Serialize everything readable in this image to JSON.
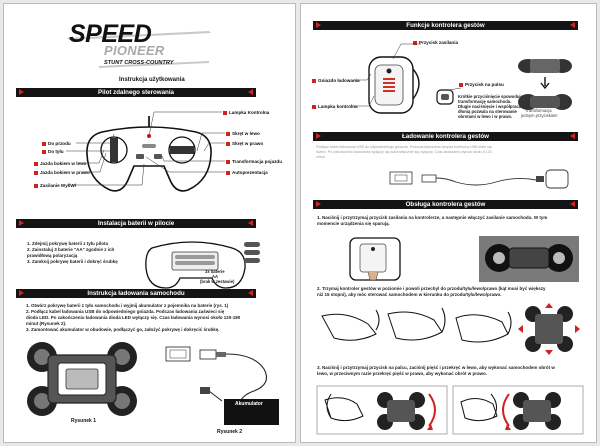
{
  "brand": {
    "logo_line1": "SPEED",
    "logo_line2": "PIONEER",
    "subtitle": "STUNT CROSS-COUNTRY",
    "doc_title": "Instrukcja użytkowania"
  },
  "left": {
    "remote_section": {
      "heading": "Pilot zdalnego sterowania",
      "labels": {
        "forward": "Do przodu",
        "back": "Do tyłu",
        "side_left": "Jazda bokiem w lewo",
        "side_right": "Jazda bokiem w prawo",
        "switch": "Zasilanie Wył/Wł",
        "lamp": "Lampka Kontrolna",
        "turn_left": "Skręt w lewo",
        "turn_right": "Skręt w prawo",
        "transform": "Transformacja pojazdu",
        "autopresentation": "Autoprezentacja"
      }
    },
    "battery_section": {
      "heading": "Instalacja baterii w pilocie",
      "steps": [
        "1. Zdejmij pokrywę baterii z tyłu pilota",
        "2. Zainstaluj 3 baterie \"AA\" zgodnie z ich",
        "prawidłową polaryzacją",
        "3. Zamknij pokrywę baterii i dokręć śrubkę"
      ],
      "battery_note_1": "3x baterie",
      "battery_note_2": "AA",
      "battery_note_3": "(brak w zestawie)"
    },
    "charging_section": {
      "heading": "Instrukcja ładowania samochodu",
      "steps": [
        "1. Otwórz pokrywę baterii z tyłu samochodu i wyjmij akumulator z pojemnika na baterie (rys. 1)",
        "2. Podłącz kabel ładowania USB do odpowiedniego gniazda. Podczas ładowania zaświeci się",
        "dioda LED. Po zakończeniu ładowania dioda LED wyłączy się. Czas ładowania wynosi około 120-180",
        "minut (Rysunek 2).",
        "3. Zamontować akumulator w obudowie, podłączyć go, założyć pokrywę i dokręcić śrubkę."
      ],
      "battery_label": "Akumulator",
      "fig1": "Rysunek 1",
      "fig2": "Rysunek 2"
    }
  },
  "right": {
    "gesture_section": {
      "heading": "Funkcje kontrolera gestów",
      "label_switch": "Przycisk zasilania",
      "label_socket": "Gniazdo ładowania",
      "label_lamp": "Lampka kontrolna",
      "label_wrist": "Przycisk na pulsu",
      "wrist_desc": [
        "Krótkie przyciśnięcie spowoduje",
        "transformację samochodu.",
        "Długie naciśnięcie i współpraca z",
        "dłonią pozwala na sterowanie",
        "obrotami w lewo i w prawo."
      ],
      "transform_caption_1": "Transformacja",
      "transform_caption_2": "jednym przyciskiem"
    },
    "charging_section": {
      "heading": "Ładowanie kontrolera gestów",
      "text": [
        "Podłącz kabel ładowania USB do odpowiedniego gniazda. Podczas ładowania lampka kontrolna USB stale się",
        "świeci. Po zakończeniu ładowania wyłączy się automatycznie się wyłączy. Czas ładowania wynosi około 10-20",
        "minut."
      ]
    },
    "usage_section": {
      "heading": "Obsługa kontrolera gestów",
      "step1": [
        "1. Naciśnij i przytrzymaj przycisk zasilania na kontrolerze, a następnie włączyć zasilanie samochodu. W tym",
        "momencie urządzenia się sparują."
      ],
      "step2": [
        "2. Trzymaj kontroler gestów w poziomie i powoli przechyl do przodu/tyłu/lewo/prawo (kąt musi być większy",
        "niż 15 stopni), aby móc sterować samochodem w kierunku do przodu/tyłu/lewo/prawo."
      ],
      "step3": [
        "3. Naciśnij i przytrzymaj przycisk na palcu, zaciśnij pięść i przekręć w lewo, aby wykonać samochodem obrót w",
        "lewo, w przeciwnym razie przekręć pięść w prawo, aby wykonać obrót w prawo."
      ]
    }
  },
  "colors": {
    "accent_red": "#d12121",
    "bar_black": "#141414"
  }
}
